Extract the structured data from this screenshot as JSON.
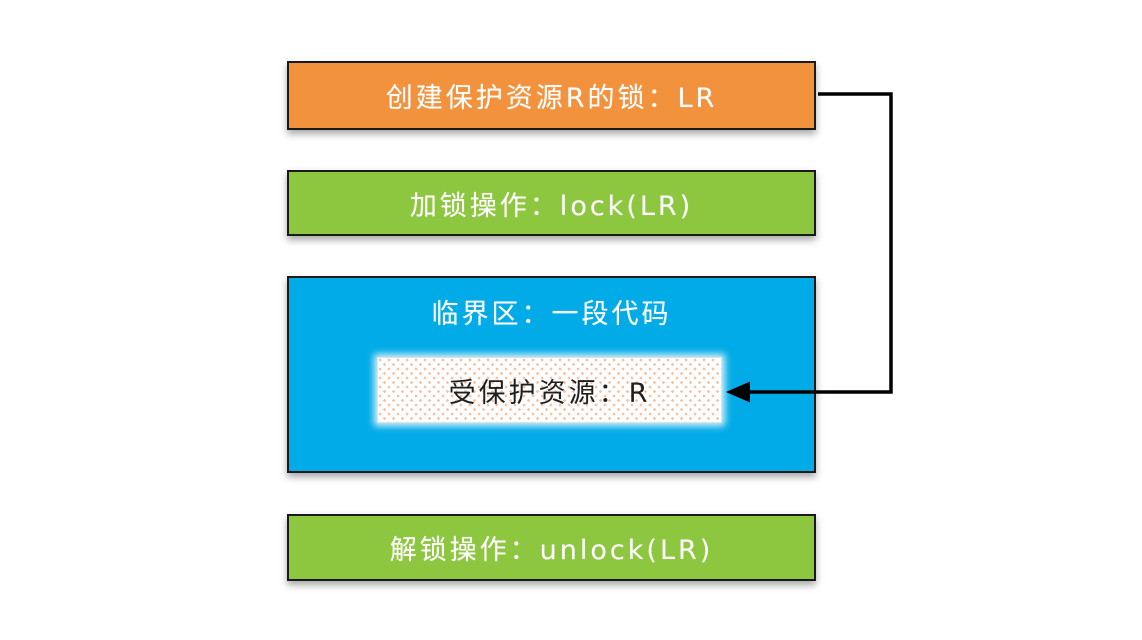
{
  "diagram": {
    "boxes": {
      "create_lock": {
        "label": "创建保护资源R的锁：LR",
        "fill": "#f2923d"
      },
      "lock_op": {
        "label": "加锁操作：lock(LR)",
        "fill": "#8dc63f"
      },
      "critical_section": {
        "label": "临界区：一段代码",
        "fill": "#00abe8"
      },
      "protected_resource": {
        "label": "受保护资源：R",
        "fill": "#ffffff"
      },
      "unlock_op": {
        "label": "解锁操作：unlock(LR)",
        "fill": "#8dc63f"
      }
    },
    "arrow": {
      "from": "create_lock",
      "to": "protected_resource",
      "color": "#000000"
    },
    "colors": {
      "border": "#1a1a1a",
      "dot_pattern": "#f6c2a2",
      "text_light": "#ffffff",
      "text_dark": "#1f1f1f",
      "background": "#ffffff"
    }
  }
}
